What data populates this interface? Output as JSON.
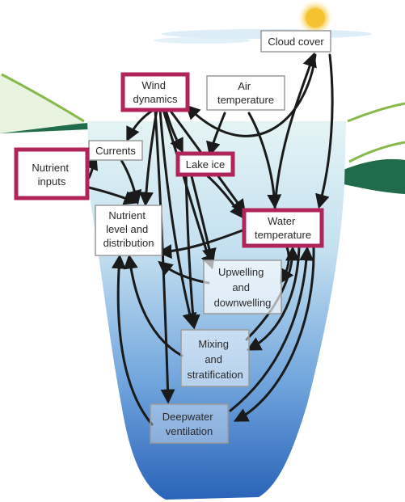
{
  "nodes": {
    "cloud_cover": {
      "lines": [
        "Cloud cover"
      ]
    },
    "wind_dynamics": {
      "lines": [
        "Wind",
        "dynamics"
      ]
    },
    "air_temperature": {
      "lines": [
        "Air",
        "temperature"
      ]
    },
    "currents": {
      "lines": [
        "Currents"
      ]
    },
    "nutrient_inputs": {
      "lines": [
        "Nutrient",
        "inputs"
      ]
    },
    "lake_ice": {
      "lines": [
        "Lake ice"
      ]
    },
    "nutrient_level": {
      "lines": [
        "Nutrient",
        "level and",
        "distribution"
      ]
    },
    "water_temperature": {
      "lines": [
        "Water",
        "temperature"
      ]
    },
    "upwelling": {
      "lines": [
        "Upwelling",
        "and",
        "downwelling"
      ]
    },
    "mixing": {
      "lines": [
        "Mixing",
        "and",
        "stratification"
      ]
    },
    "deepwater": {
      "lines": [
        "Deepwater",
        "ventilation"
      ]
    }
  },
  "colors": {
    "highlight_border": "#b0245a",
    "plain_border": "#9a9a9a",
    "arrow": "#1a1a1a",
    "water_top": "#dff1f3",
    "water_bottom": "#2d6fc0",
    "land_green": "#1f6b4a",
    "sun": "#f5c542"
  }
}
